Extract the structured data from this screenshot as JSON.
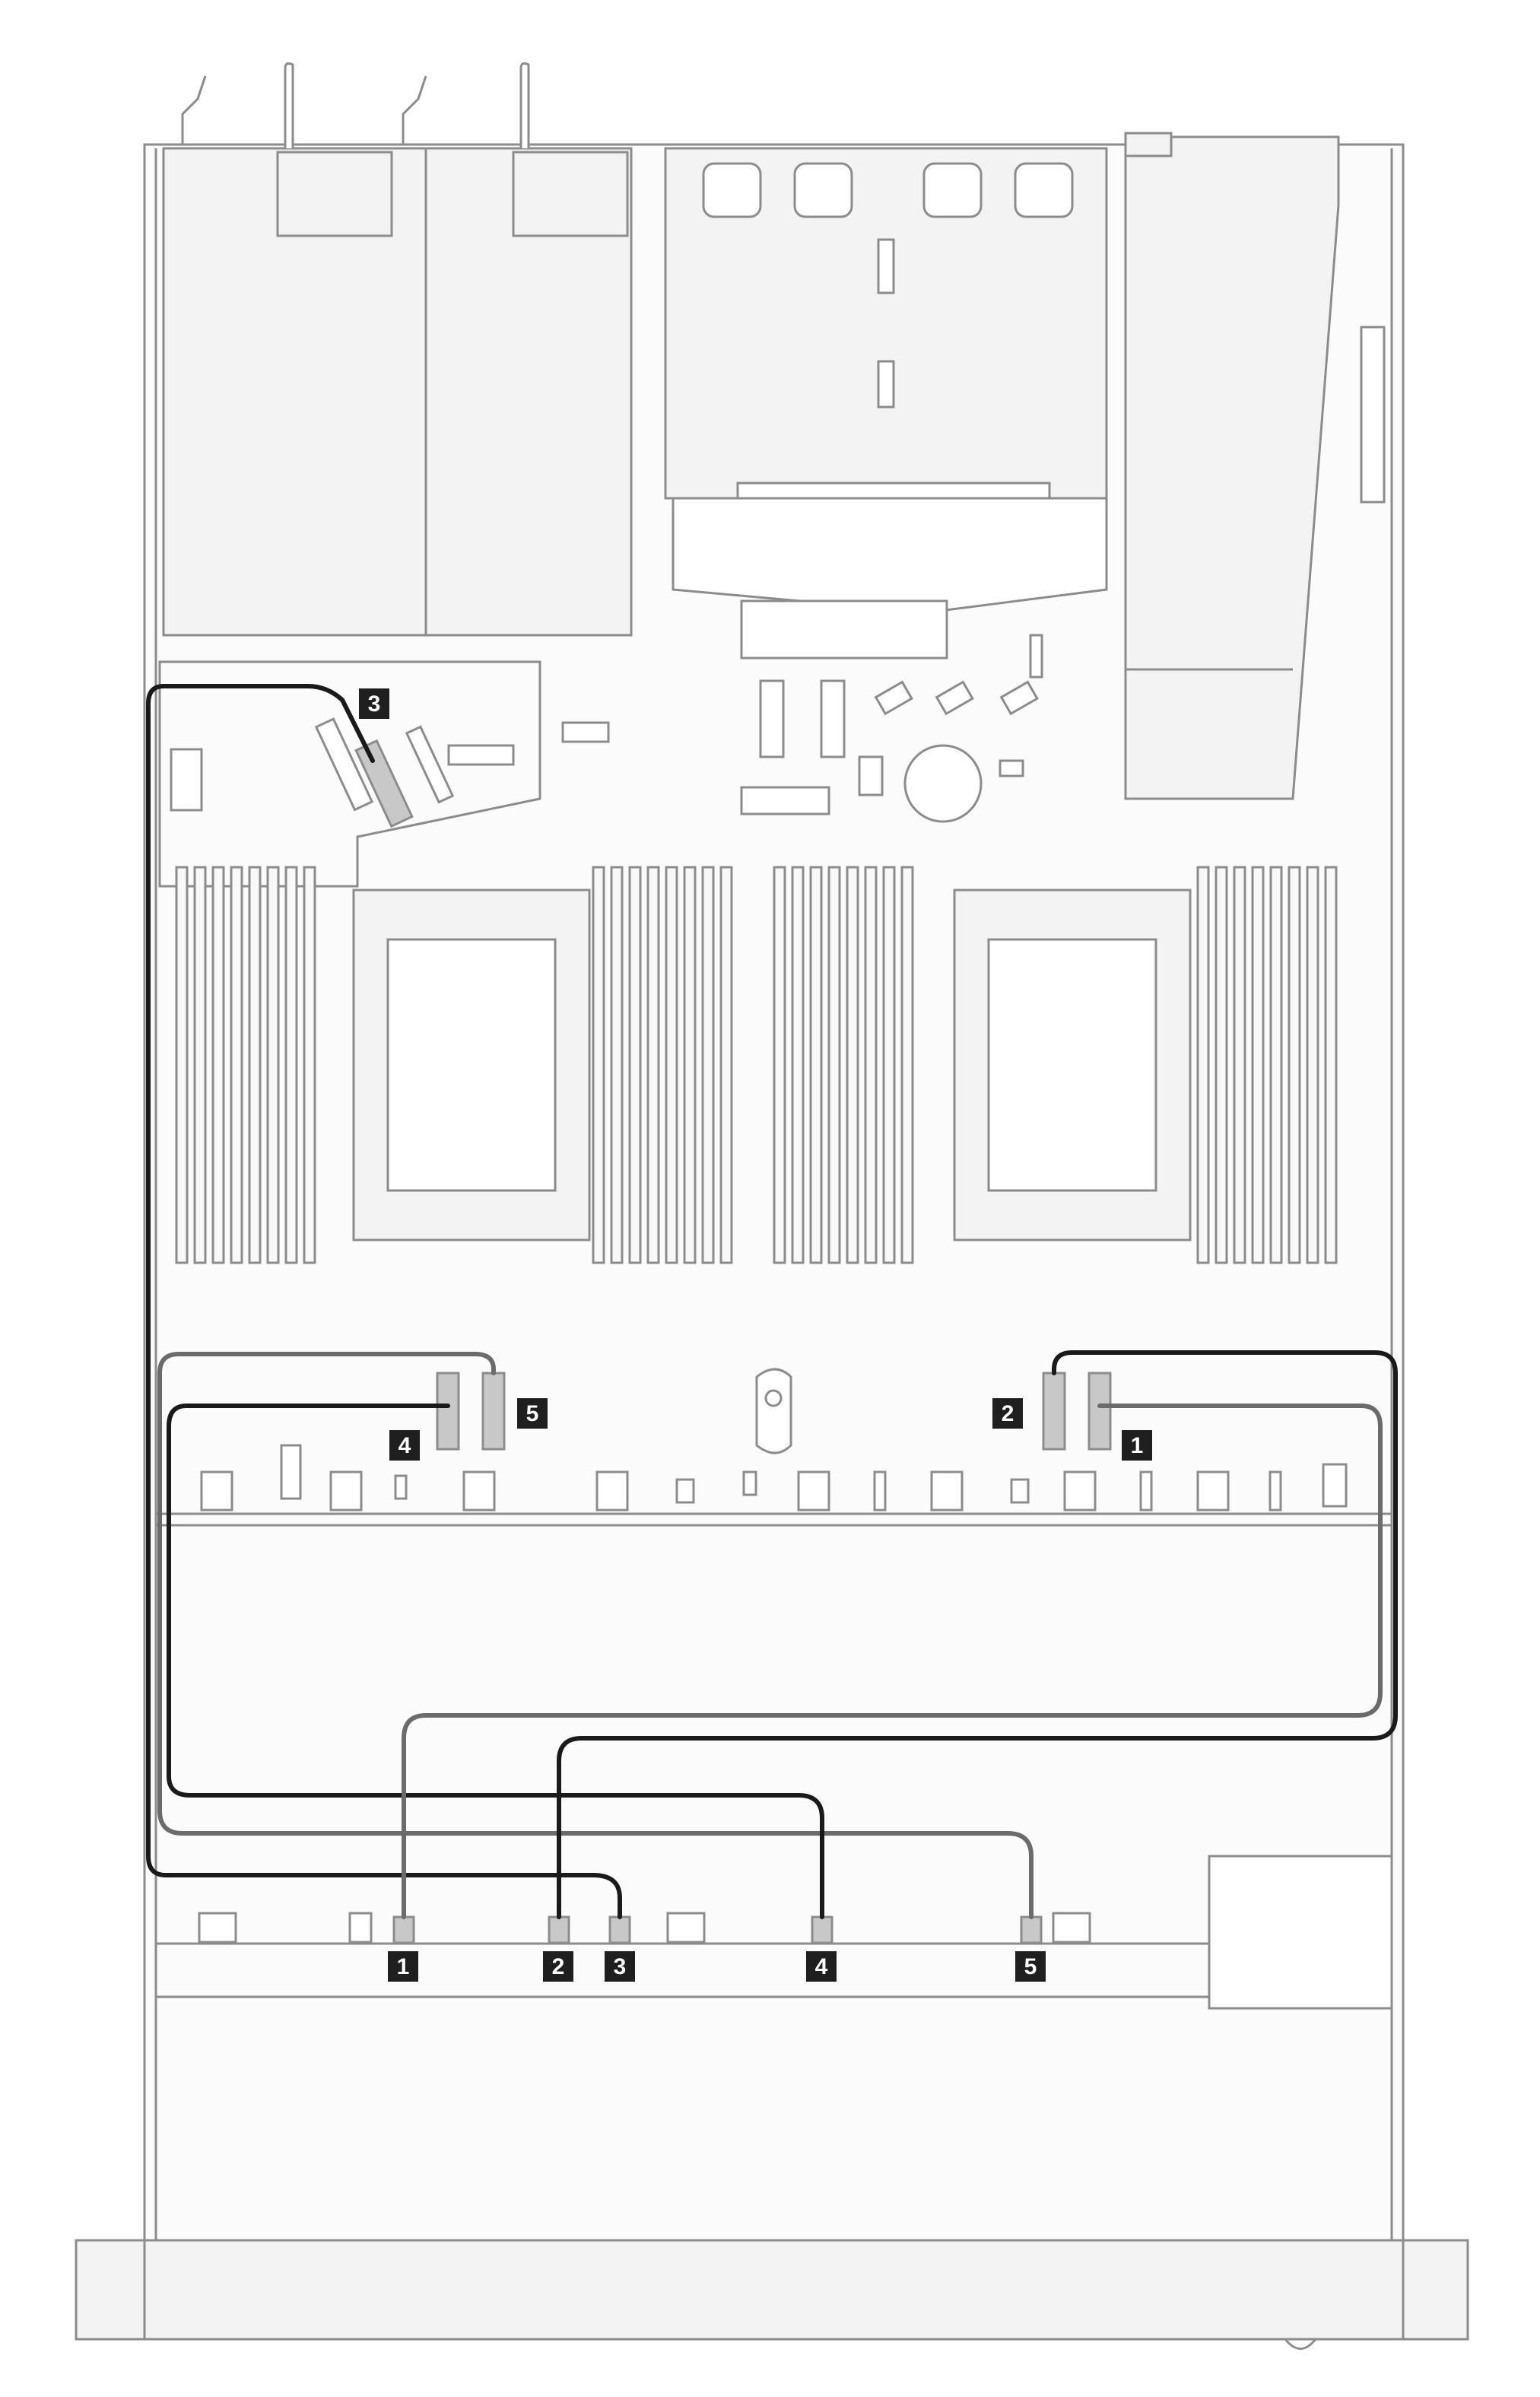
{
  "diagram": {
    "colors": {
      "outline": "#8c8c8c",
      "panel_fill": "#f5f5f5",
      "connector_fill": "#c8c8c8",
      "cable_black": "#1a1a1a",
      "cable_gray": "#6b6b6b",
      "callout_bg": "#1f1f1f",
      "callout_text": "#ffffff"
    },
    "callouts": {
      "board_3": "3",
      "board_4": "4",
      "board_5": "5",
      "board_2": "2",
      "board_1": "1",
      "bp_1": "1",
      "bp_2": "2",
      "bp_3": "3",
      "bp_4": "4",
      "bp_5": "5"
    },
    "cables": [
      {
        "id": "1",
        "color": "gray",
        "from": "board connector 1",
        "to": "backplane connector 1"
      },
      {
        "id": "2",
        "color": "black",
        "from": "board connector 2",
        "to": "backplane connector 2"
      },
      {
        "id": "3",
        "color": "black",
        "from": "board connector 3",
        "to": "backplane connector 3"
      },
      {
        "id": "4",
        "color": "black",
        "from": "board connector 4",
        "to": "backplane connector 4"
      },
      {
        "id": "5",
        "color": "gray",
        "from": "board connector 5",
        "to": "backplane connector 5"
      }
    ]
  }
}
